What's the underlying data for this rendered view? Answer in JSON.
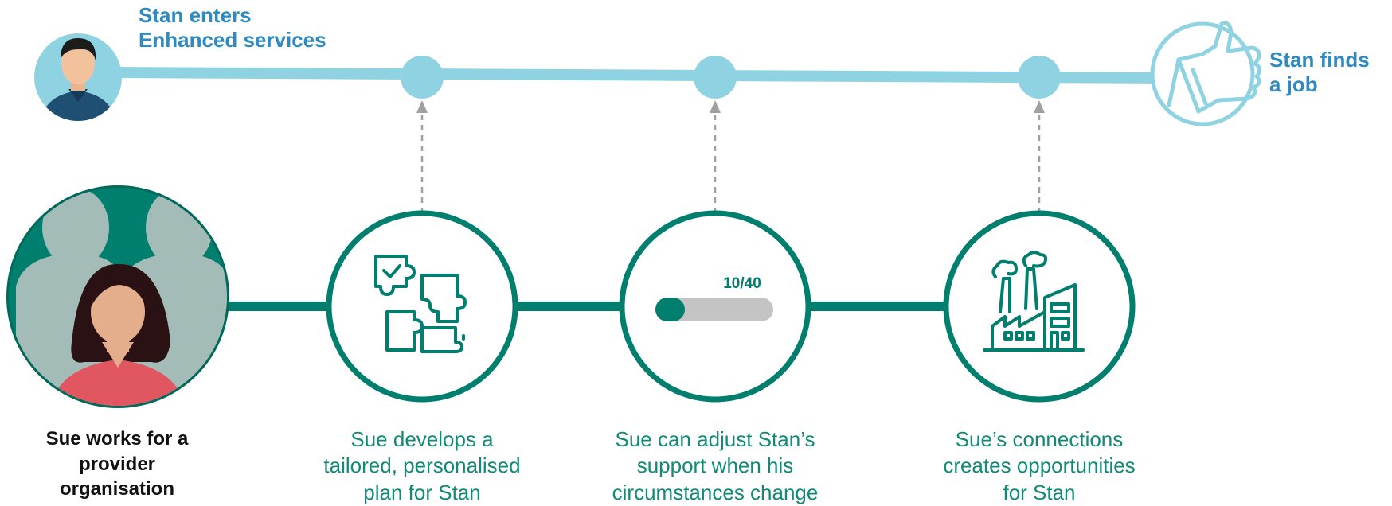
{
  "journey": {
    "start_label": [
      "Stan enters",
      "Enhanced services"
    ],
    "end_label": [
      "Stan finds",
      "a job"
    ]
  },
  "steps": [
    {
      "icon": "puzzle-icon",
      "caption": [
        "Sue develops a",
        "tailored, personalised",
        "plan for Stan"
      ]
    },
    {
      "icon": "progress-bar-icon",
      "progress_text": "10/40",
      "progress_fraction": 0.25,
      "caption": [
        "Sue can adjust Stan’s",
        "support when his",
        "circumstances change"
      ]
    },
    {
      "icon": "factory-icon",
      "caption": [
        "Sue’s connections",
        "creates opportunities",
        "for Stan"
      ]
    }
  ],
  "provider": {
    "caption": [
      "Sue works for a",
      "provider",
      "organisation"
    ]
  },
  "colors": {
    "journey_line": "#8fd3e3",
    "teal": "#007f6e",
    "teal_dark": "#00695b",
    "label_blue": "#2e8ac0",
    "caption_teal": "#118a76",
    "grey_silhouette": "#a3bcb7",
    "dashed_arrow": "#a0a0a0"
  }
}
